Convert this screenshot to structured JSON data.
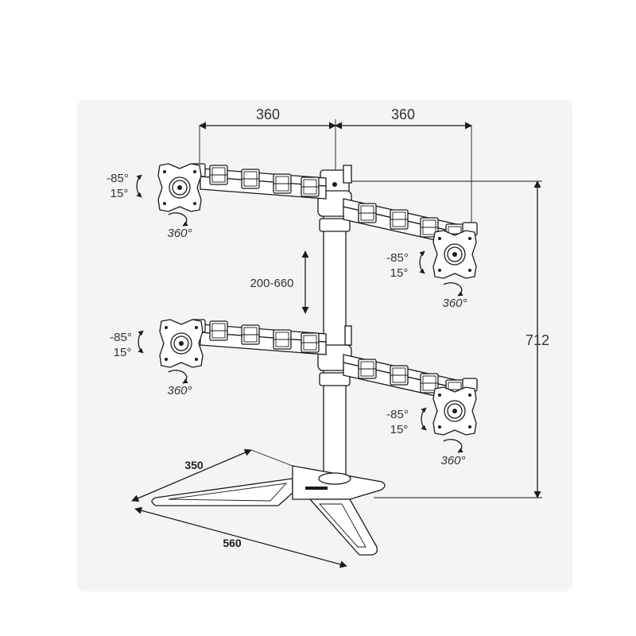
{
  "dimensions": {
    "arm_left_width": "360",
    "arm_right_width": "360",
    "total_height": "712",
    "height_adjust": "200-660",
    "base_depth": "350",
    "base_width": "560"
  },
  "tilt": {
    "up": "-85°",
    "down": "15°"
  },
  "rotation": "360°",
  "colors": {
    "panel": "#f4f4f4",
    "line": "#1a1a1a",
    "text": "#333333"
  }
}
